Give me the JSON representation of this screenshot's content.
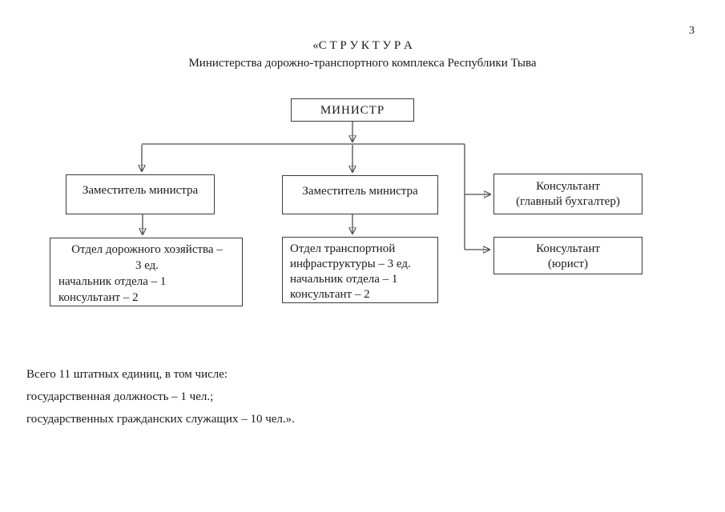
{
  "page": {
    "number": "3"
  },
  "header": {
    "title_line1": "«С Т Р У К Т У Р А",
    "title_line2": "Министерства дорожно-транспортного комплекса Республики Тыва"
  },
  "org_chart": {
    "minister": {
      "label": "МИНИСТР"
    },
    "deputy_left": {
      "label": "Заместитель министра"
    },
    "deputy_center": {
      "label": "Заместитель министра"
    },
    "dept_road": {
      "lines": [
        "Отдел дорожного хозяйства –",
        "3 ед.",
        "начальник отдела – 1",
        "консультант – 2"
      ]
    },
    "dept_transport": {
      "lines": [
        "Отдел транспортной",
        "инфраструктуры – 3 ед.",
        "начальник отдела – 1",
        "консультант – 2"
      ]
    },
    "consultant_accountant": {
      "lines": [
        "Консультант",
        "(главный бухгалтер)"
      ]
    },
    "consultant_lawyer": {
      "lines": [
        "Консультант",
        "(юрист)"
      ]
    }
  },
  "footer": {
    "lines": [
      "Всего 11 штатных единиц, в том числе:",
      "государственная должность – 1 чел.;",
      "государственных гражданских служащих – 10 чел.»."
    ]
  }
}
